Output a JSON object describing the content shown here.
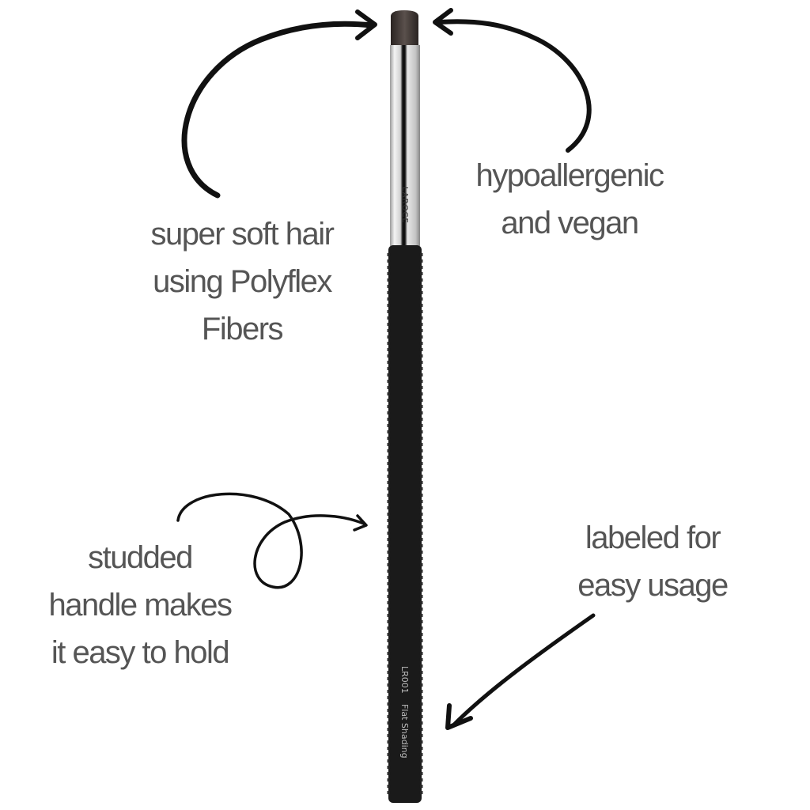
{
  "brush": {
    "brand": "LAROCE",
    "code": "LR001",
    "name": "Flat Shading"
  },
  "callouts": {
    "hair": [
      "super soft hair",
      "using Polyflex",
      "Fibers"
    ],
    "hypo": [
      "hypoallergenic",
      "and vegan"
    ],
    "handle": [
      "studded",
      "handle makes",
      "it easy to hold"
    ],
    "label": [
      "labeled for",
      "easy usage"
    ]
  },
  "colors": {
    "text": "#555555",
    "handle": "#1a1a1a",
    "ferrule": "#d8d8d8",
    "hair": "#3a3230"
  }
}
